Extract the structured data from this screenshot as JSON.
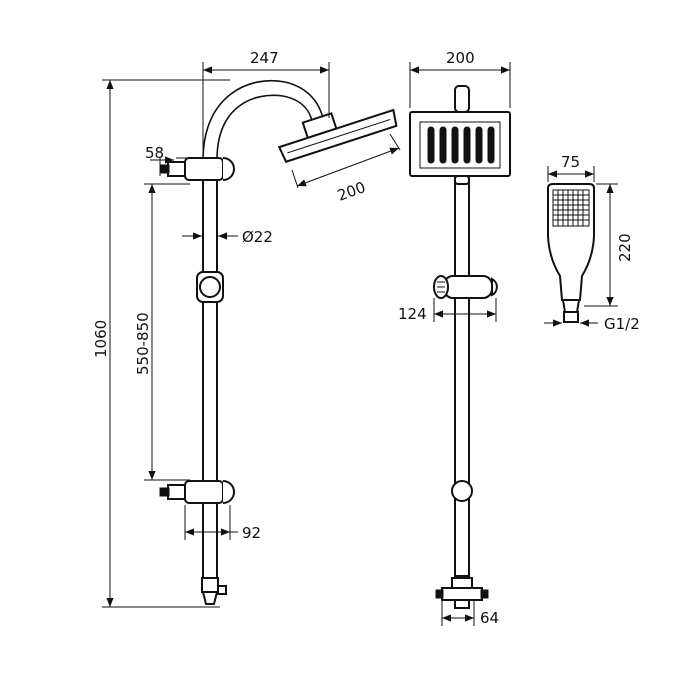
{
  "dimensions": {
    "arm_reach": "247",
    "overhead_width": "200",
    "overhead_diameter": "200",
    "bracket_offset": "58",
    "pipe_diameter": "Ø22",
    "total_height": "1060",
    "bracket_spacing": "550-850",
    "wall_offset": "92",
    "slider_width": "124",
    "diverter_width": "64",
    "hand_width": "75",
    "hand_length": "220",
    "hose_thread": "G1/2"
  },
  "colors": {
    "line": "#111111",
    "background": "#ffffff"
  }
}
